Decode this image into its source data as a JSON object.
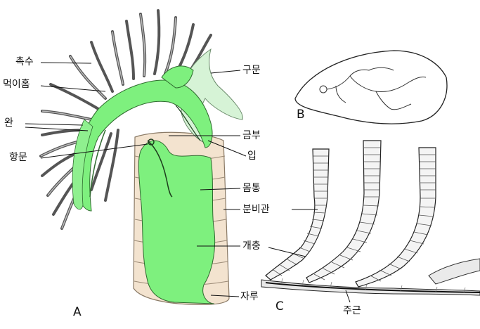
{
  "figure": {
    "panel_a": "A",
    "panel_b": "B",
    "panel_c": "C"
  },
  "labels": {
    "tentacle": "촉수",
    "food_groove": "먹이홈",
    "plume": "완",
    "anus": "항문",
    "lip": "구문",
    "gold_part": "금부",
    "mouth": "입",
    "body": "몸통",
    "secretory_tube": "분비관",
    "individual": "개충",
    "stalk": "자루",
    "stolon": "주근"
  },
  "colors": {
    "body_green": "#7ef07e",
    "tube_tan": "#f3e3cf",
    "lip_light_green": "#d6f3d6",
    "line": "#333333"
  }
}
